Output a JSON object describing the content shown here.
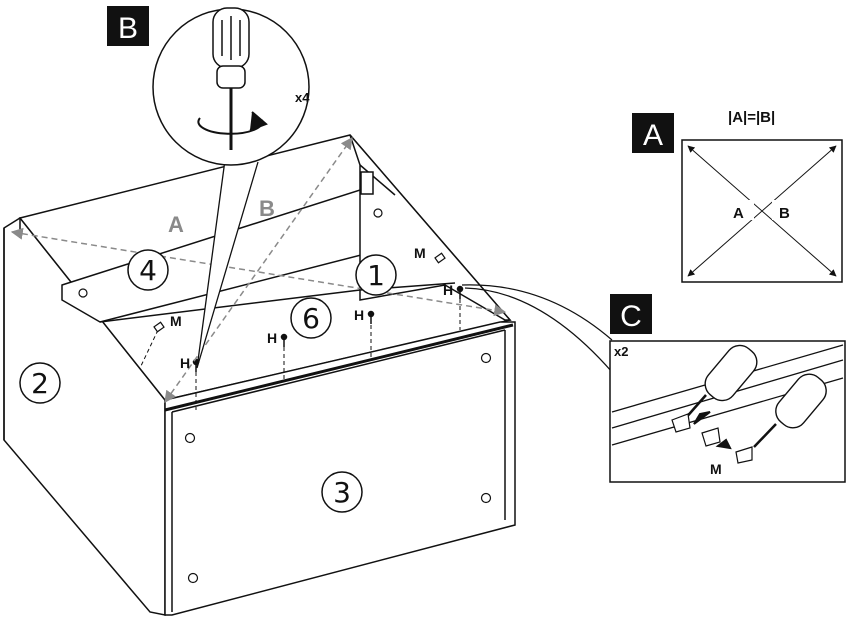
{
  "badges": {
    "a": "A",
    "b": "B",
    "c": "C"
  },
  "inset_a": {
    "equation": "|A|=|B|",
    "diag_a": "A",
    "diag_b": "B"
  },
  "inset_b": {
    "multiplier": "x4"
  },
  "inset_c": {
    "multiplier": "x2",
    "part_label": "M"
  },
  "main": {
    "diag_label_a": "A",
    "diag_label_b": "B",
    "panel_numbers": [
      "1",
      "2",
      "3",
      "4",
      "6"
    ],
    "parts": {
      "m_left": "M",
      "m_right": "M",
      "h1": "H",
      "h2": "H",
      "h3": "H",
      "h4": "H"
    }
  },
  "colors": {
    "line": "#111111",
    "grey_text": "#8a8a8a",
    "badge_bg": "#111111"
  }
}
